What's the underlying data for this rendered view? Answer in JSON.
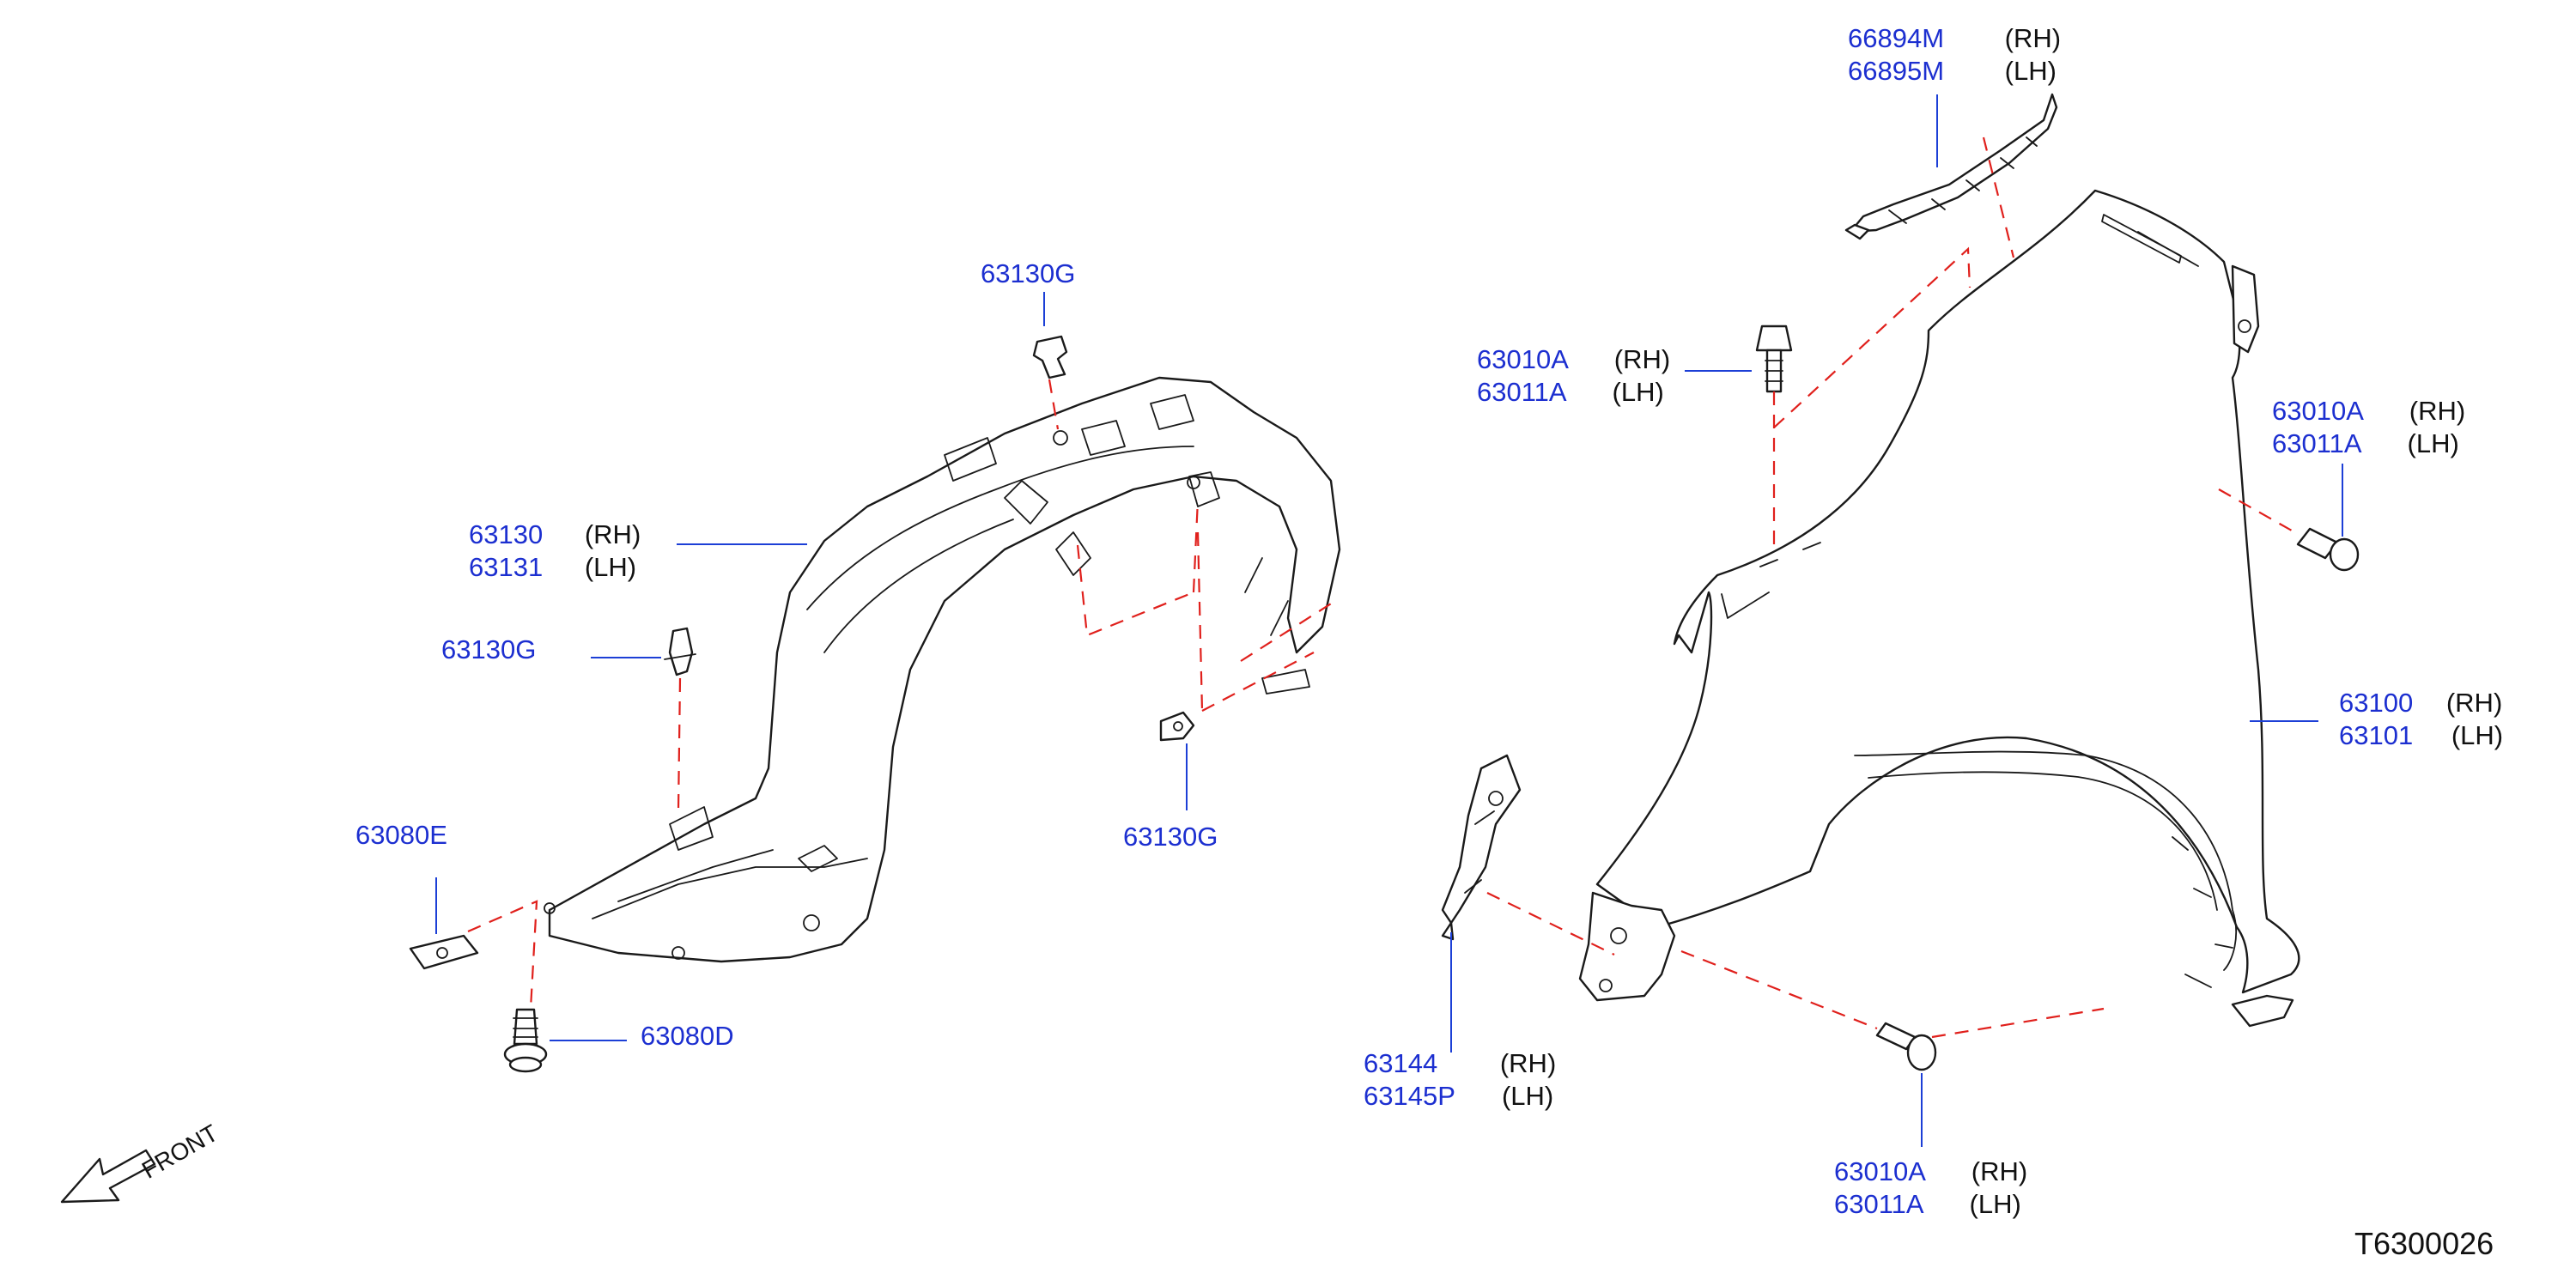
{
  "diagram_code": "T6300026",
  "front_label": "FRONT",
  "labels": {
    "molding_upper": {
      "rh_part": "66894M",
      "rh_side": "(RH)",
      "lh_part": "66895M",
      "lh_side": "(LH)"
    },
    "bolt_top": {
      "rh_part": "63010A",
      "rh_side": "(RH)",
      "lh_part": "63011A",
      "lh_side": "(LH)"
    },
    "bolt_right": {
      "rh_part": "63010A",
      "rh_side": "(RH)",
      "lh_part": "63011A",
      "lh_side": "(LH)"
    },
    "fender": {
      "rh_part": "63100",
      "rh_side": "(RH)",
      "lh_part": "63101",
      "lh_side": "(LH)"
    },
    "bracket": {
      "rh_part": "63144",
      "rh_side": "(RH)",
      "lh_part": "63145P",
      "lh_side": "(LH)"
    },
    "bolt_bottom": {
      "rh_part": "63010A",
      "rh_side": "(RH)",
      "lh_part": "63011A",
      "lh_side": "(LH)"
    },
    "protector": {
      "rh_part": "63130",
      "rh_side": "(RH)",
      "lh_part": "63131",
      "lh_side": "(LH)"
    },
    "clip_top": "63130G",
    "clip_left": "63130G",
    "clip_right": "63130G",
    "nut_clip": "63080E",
    "screw": "63080D"
  }
}
